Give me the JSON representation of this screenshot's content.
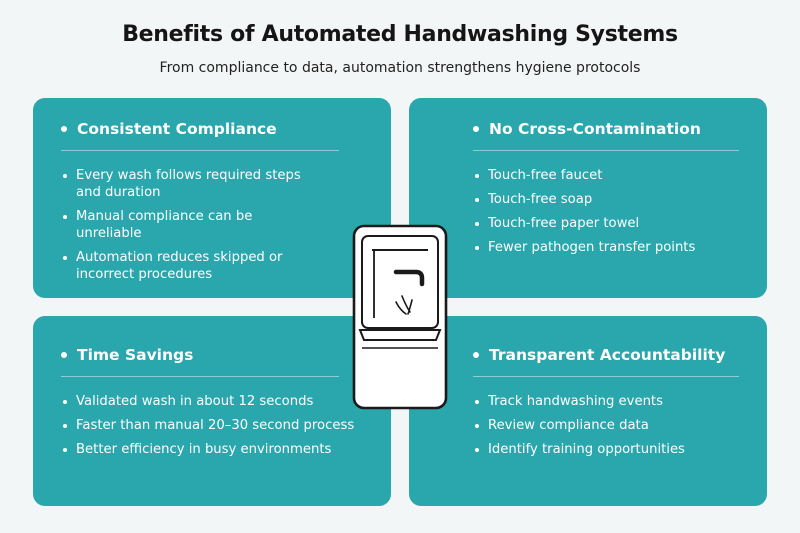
{
  "header": {
    "title": "Benefits of Automated Handwashing Systems",
    "subtitle": "From compliance to data, automation strengthens hygiene protocols"
  },
  "cards": [
    {
      "heading": "Consistent Compliance",
      "items": [
        "Every wash follows required steps and duration",
        "Manual compliance can be unreliable",
        "Automation reduces skipped or incorrect procedures"
      ]
    },
    {
      "heading": "No Cross-Contamination",
      "items": [
        "Touch-free faucet",
        "Touch-free soap",
        "Touch-free paper towel",
        "Fewer pathogen transfer points"
      ]
    },
    {
      "heading": "Time Savings",
      "items": [
        "Validated wash in about 12 seconds",
        "Faster than manual 20–30 second process",
        "Better efficiency in busy environments"
      ]
    },
    {
      "heading": "Transparent Accountability",
      "items": [
        "Track handwashing events",
        "Review compliance data",
        "Identify training opportunities"
      ]
    }
  ],
  "colors": {
    "card": "#2aa6ad",
    "background": "#f3f6f6",
    "device_outline": "#1a1a1a"
  },
  "center_graphic": {
    "icon": "handwashing-station-icon"
  }
}
